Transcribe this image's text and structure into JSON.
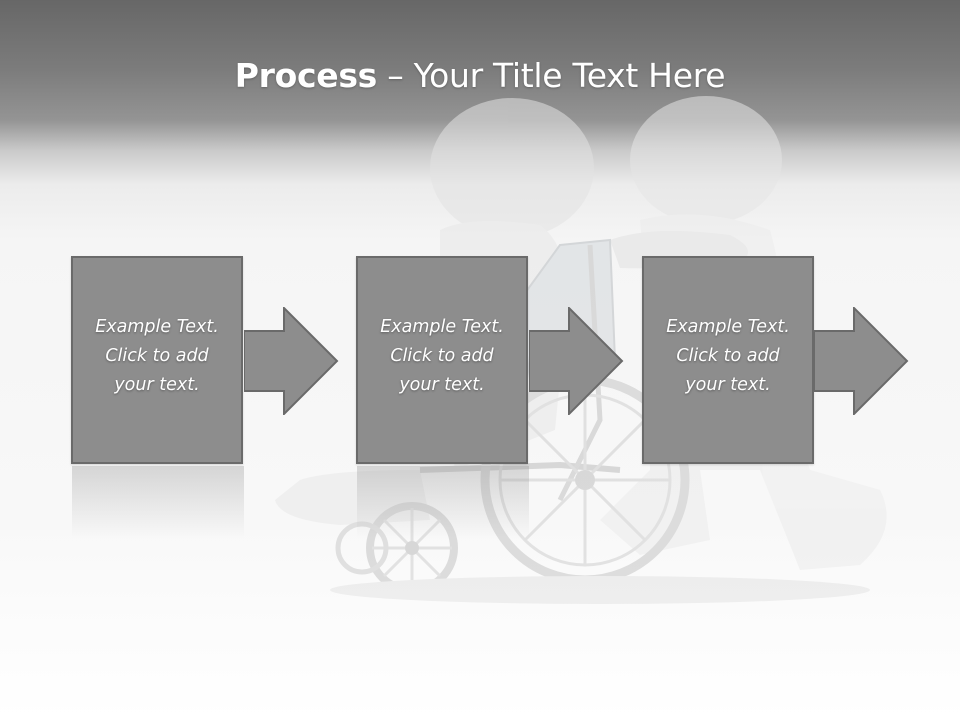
{
  "slide": {
    "title_bold": "Process",
    "title_rest": " – Your Title Text Here",
    "steps": [
      {
        "text": "Example Text.\nClick  to add\nyour text."
      },
      {
        "text": "Example Text.\nClick  to add\nyour text."
      },
      {
        "text": "Example Text.\nClick  to add\nyour text."
      }
    ]
  },
  "colors": {
    "box_fill": "#8d8d8d",
    "box_border": "#6a6a6a",
    "arrow_fill": "#8d8d8d",
    "title_text": "#ffffff"
  }
}
